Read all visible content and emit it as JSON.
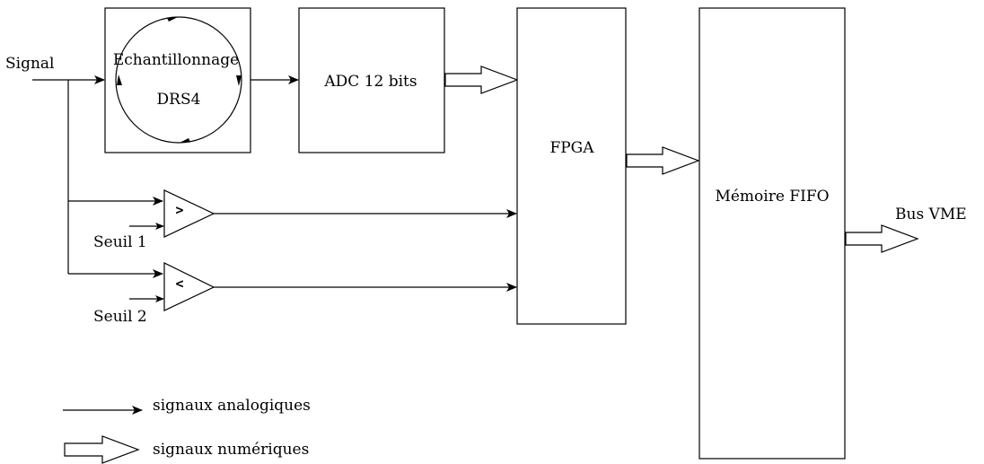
{
  "labels": {
    "signal": "Signal",
    "sampling": "Echantillonnage",
    "drs4": "DRS4",
    "adc": "ADC 12 bits",
    "fpga": "FPGA",
    "fifo": "Mémoire FIFO",
    "bus_vme": "Bus VME",
    "seuil1": "Seuil 1",
    "seuil2": "Seuil 2",
    "comparator1_symbol": ">",
    "comparator2_symbol": "<"
  },
  "legend": {
    "analog": "signaux analogiques",
    "digital": "signaux numériques"
  }
}
